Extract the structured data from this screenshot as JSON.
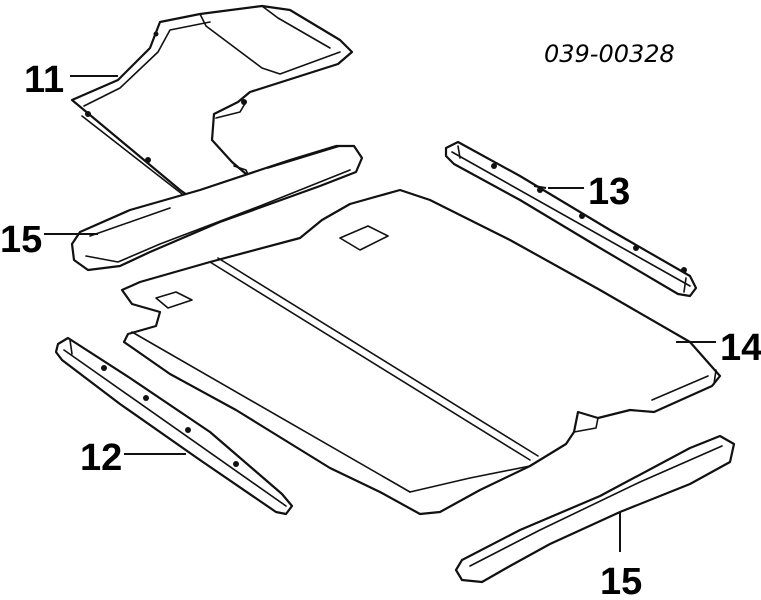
{
  "diagram_code": "039-00328",
  "callouts": {
    "c11": "11",
    "c12": "12",
    "c13": "13",
    "c14": "14",
    "c15_left": "15",
    "c15_bottom": "15"
  },
  "colors": {
    "ink": "#111111",
    "background": "#ffffff"
  }
}
